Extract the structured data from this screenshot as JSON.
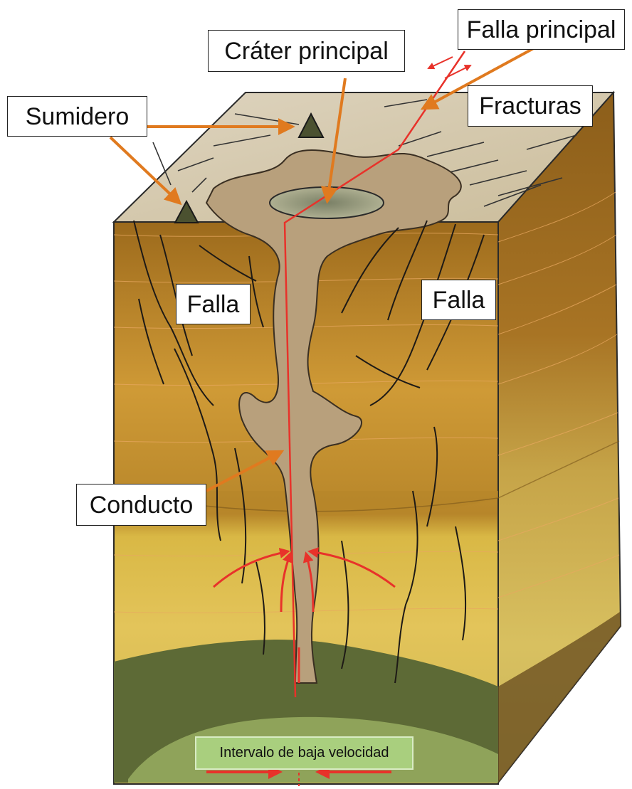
{
  "labels": {
    "falla_principal": "Falla principal",
    "crater_principal": "Cráter principal",
    "sumidero": "Sumidero",
    "fracturas": "Fracturas",
    "falla_left": "Falla",
    "falla_right": "Falla",
    "conducto": "Conducto",
    "intervalo": "Intervalo de baja velocidad"
  },
  "colors": {
    "arrow_orange": "#e07a1f",
    "fault_red": "#e8322a",
    "label_green": "#a9cf7e"
  }
}
